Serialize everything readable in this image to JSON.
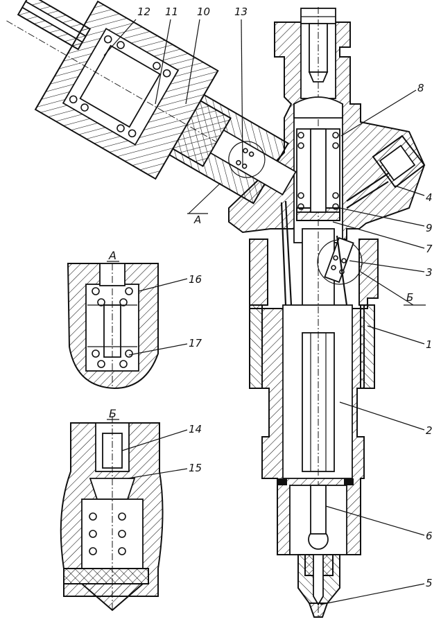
{
  "labels": {
    "l1": "1",
    "l2": "2",
    "l3": "3",
    "l4": "4",
    "l5": "5",
    "l6": "6",
    "l7": "7",
    "l8": "8",
    "l9": "9",
    "l10": "10",
    "l11": "11",
    "l12": "12",
    "l13": "13",
    "l14": "14",
    "l15": "15",
    "l16": "16",
    "l17": "17",
    "viewA": "А",
    "viewB": "Б"
  },
  "detail_captions": {
    "a": "А",
    "b": "Б"
  }
}
